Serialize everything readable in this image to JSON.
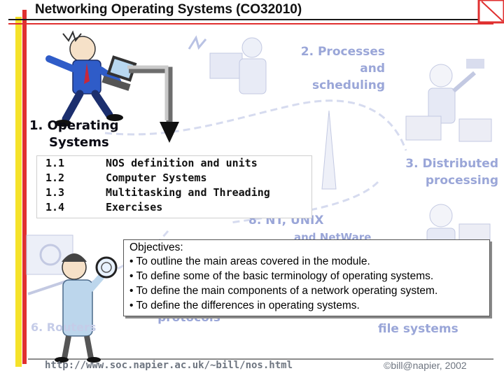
{
  "slide": {
    "title": "Networking Operating Systems (CO32010)",
    "topics": {
      "t1_line1": "1. Operating",
      "t1_line2": "Systems",
      "t2_line1": "2. Processes",
      "t2_line2": "and",
      "t2_line3": "scheduling",
      "t3_line1": "3. Distributed",
      "t3_line2": "processing",
      "t6": "6. Routers",
      "t7": "protocols",
      "t8_line1": "8. NT, UNIX",
      "t8_line2": "and NetWare",
      "t9": "file systems"
    },
    "units": [
      {
        "num": "1.1",
        "label": "NOS definition and units"
      },
      {
        "num": "1.2",
        "label": "Computer Systems"
      },
      {
        "num": "1.3",
        "label": "Multitasking and Threading"
      },
      {
        "num": "1.4",
        "label": "Exercises"
      }
    ],
    "objectives": {
      "heading": "Objectives:",
      "items": [
        "• To outline the main areas covered in the module.",
        "• To define some of the basic terminology of operating systems.",
        "• To define the main components of a network operating system.",
        "• To define the differences in operating systems."
      ]
    },
    "footer": {
      "url": "http://www.soc.napier.ac.uk/~bill/nos.html",
      "copyright": "©bill@napier, 2002"
    },
    "colors": {
      "accent_red": "#e03030",
      "accent_yellow": "#f5e22a",
      "title_rule": "#1a1a1a",
      "faded_topic": "#9aa6d8"
    }
  }
}
